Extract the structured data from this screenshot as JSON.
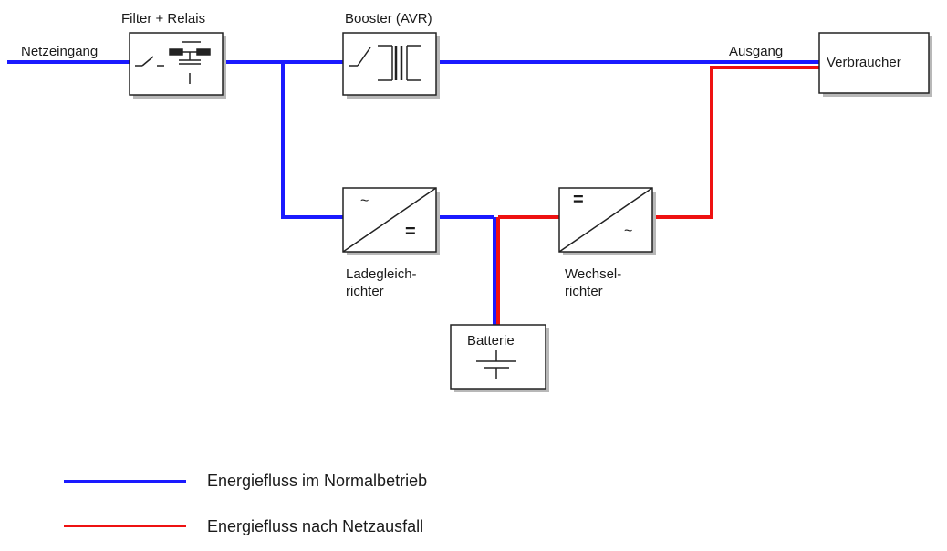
{
  "labels": {
    "input": "Netzeingang",
    "filter": "Filter + Relais",
    "booster": "Booster (AVR)",
    "output": "Ausgang",
    "consumer": "Verbraucher",
    "rectifier_line1": "Ladegleich-",
    "rectifier_line2": "richter",
    "inverter_line1": "Wechsel-",
    "inverter_line2": "richter",
    "battery": "Batterie",
    "rectifier_ac": "~",
    "rectifier_dc": "=",
    "inverter_dc": "=",
    "inverter_ac": "~"
  },
  "legend": {
    "normal": "Energiefluss im Normalbetrieb",
    "failure": "Energiefluss nach Netzausfall"
  },
  "colors": {
    "normal_flow": "#1a1aff",
    "failure_flow": "#ee1111",
    "stroke": "#222222",
    "shadow": "#b8b8b8"
  }
}
